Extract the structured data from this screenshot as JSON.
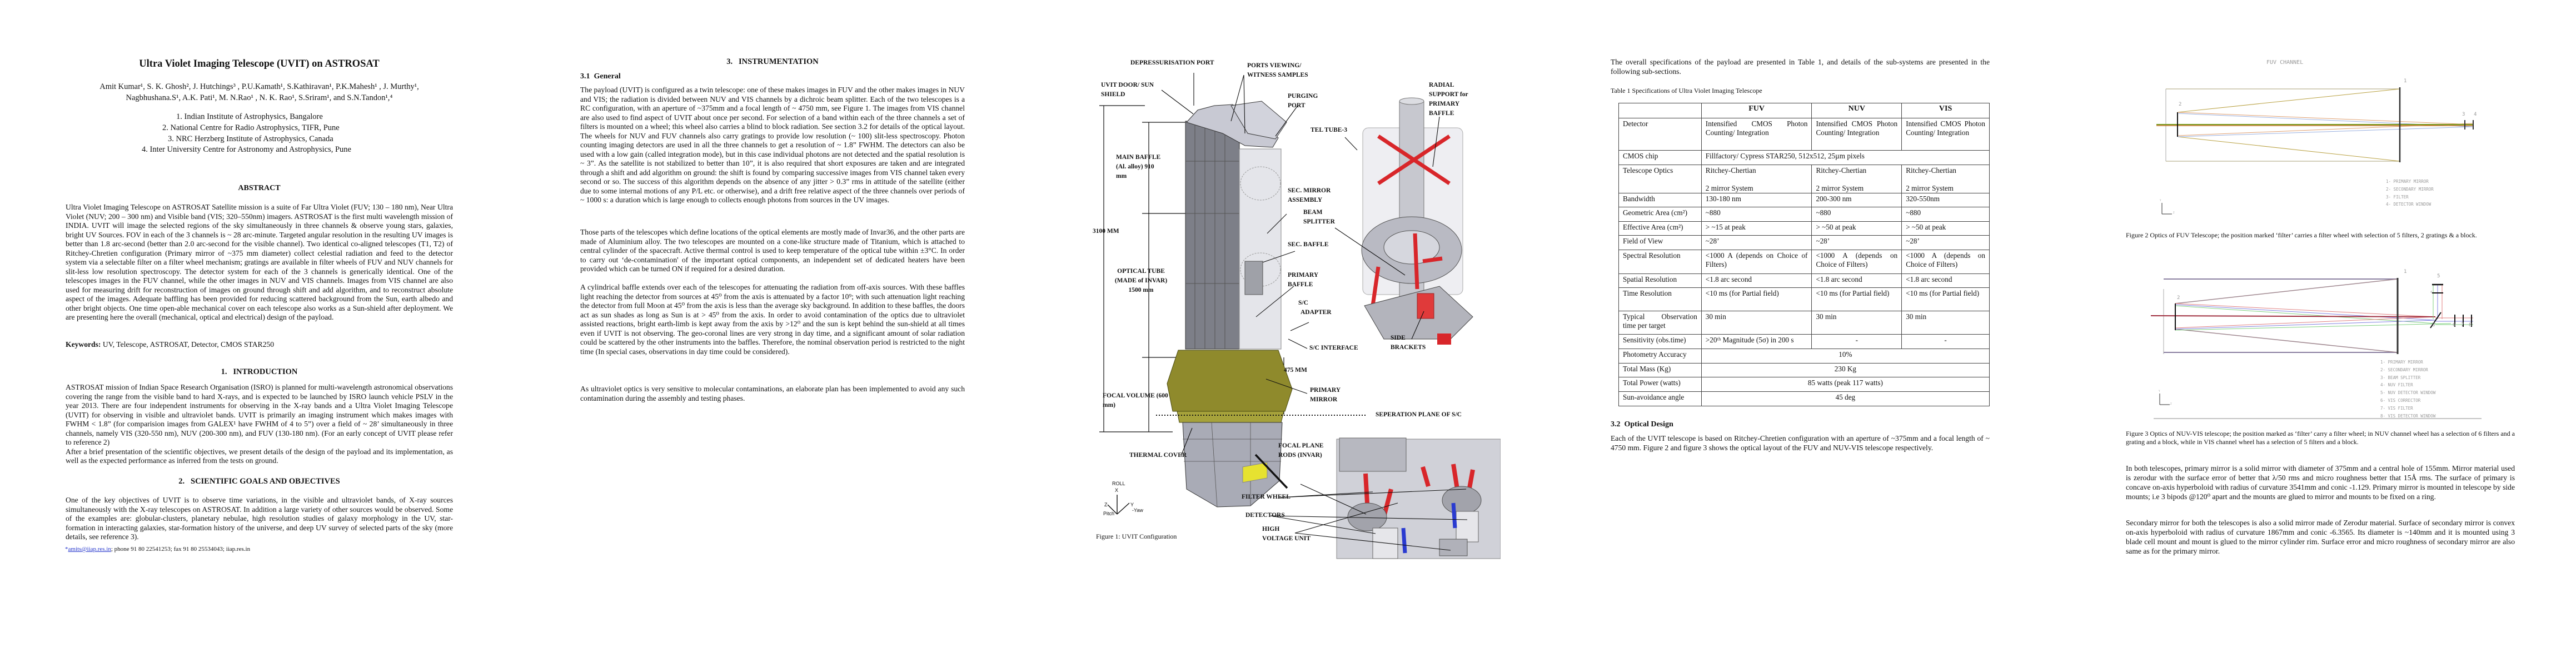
{
  "page1": {
    "title": "Ultra Violet Imaging Telescope (UVIT) on ASTROSAT",
    "authors_line1": "Amit Kumar¹, S. K. Ghosh², J. Hutchings³ , P.U.Kamath¹,  S.Kathiravan¹, P.K.Mahesh¹ , J. Murthy¹,",
    "authors_line2": "Nagbhushana.S¹,  A.K. Pati¹, M. N.Rao¹ , N. K. Rao¹, S.Sriram¹, and  S.N.Tandon¹,⁴",
    "affiliations": [
      "1.   Indian Institute of Astrophysics, Bangalore",
      "2.   National Centre for Radio Astrophysics, TIFR, Pune",
      "3.   NRC Herzberg Institute of Astrophysics, Canada",
      "4.   Inter University Centre for Astronomy and Astrophysics, Pune"
    ],
    "abstract_heading": "ABSTRACT",
    "abstract": "Ultra Violet Imaging Telescope on ASTROSAT Satellite mission is a suite of Far Ultra Violet (FUV; 130 – 180 nm), Near Ultra Violet (NUV; 200 – 300 nm) and Visible band (VIS; 320–550nm) imagers. ASTROSAT is the first multi wavelength mission of INDIA. UVIT will image the selected regions of the sky simultaneously in three channels & observe young stars, galaxies, bright UV Sources. FOV in each of the 3 channels is ~ 28 arc-minute. Targeted angular resolution in the resulting UV images is better than 1.8 arc-second (better than 2.0 arc-second for the visible channel). Two identical co-aligned telescopes (T1, T2) of Ritchey-Chretien configuration (Primary mirror of ~375 mm diameter) collect celestial radiation and feed to the detector system via a selectable filter on a filter wheel mechanism; gratings are available in filter wheels of FUV and NUV channels for slit-less low resolution spectroscopy. The detector system for each of the 3 channels is generically identical. One of the telescopes images in the FUV channel, while the other images in NUV and VIS channels. Images from VIS channel are also used for measuring drift for reconstruction of images on ground through shift and add algorithm, and to reconstruct absolute aspect of the images. Adequate baffling has been provided for reducing scattered background from the Sun, earth albedo and other bright objects. One time open-able mechanical cover on each telescope also works as a Sun-shield after deployment. We are presenting here the overall (mechanical, optical and electrical) design of the payload.",
    "keywords_label": "Keywords:",
    "keywords": " UV, Telescope, ASTROSAT, Detector, CMOS STAR250",
    "intro_heading": "1.   INTRODUCTION",
    "intro_p1": "ASTROSAT mission of Indian Space Research Organisation (ISRO) is planned for multi-wavelength astronomical observations covering the range from the visible band to hard X-rays, and is expected to be launched by ISRO launch vehicle PSLV in the year 2013. There are four independent instruments for observing in the X-ray bands and a Ultra Violet Imaging Telescope (UVIT) for observing in visible and ultraviolet bands. UVIT is primarily an imaging instrument which makes images with FWHM < 1.8” (for comparision images from GALEX¹ have FWHM of 4 to 5”) over a field of ~ 28’ simultaneously in three channels, namely VIS (320-550 nm), NUV (200-300 nm), and FUV (130-180 nm). (For an early concept of UVIT please refer to reference 2)",
    "intro_p2": "After a brief presentation of the scientific objectives, we present details of the design of the payload and its implementation, as well as the expected performance as inferred from the tests on ground.",
    "goals_heading": "2.   SCIENTIFIC GOALS AND OBJECTIVES",
    "goals_p1": "One of the key objectives of UVIT is to observe time variations, in the visible and ultraviolet bands, of X-ray sources simultaneously with the X-ray telescopes on ASTROSAT. In addition a large variety of other sources would be observed. Some of the examples are: globular-clusters, planetary nebulae, high resolution studies of galaxy morphology in the UV, star-formation in interacting galaxies, star-formation history of the universe, and deep UV survey of selected parts of the sky (more details, see reference 3).",
    "footnote_mark": "*",
    "footnote_email": "amits@iiap.res.in",
    "footnote_rest": "; phone 91 80 22541253; fax 91 80 25534043; iiap.res.in"
  },
  "page2": {
    "heading": "3.   INSTRUMENTATION",
    "subheading": "3.1  General",
    "p1": "The payload (UVIT) is configured as a twin telescope: one of these makes images in FUV and the other makes images in NUV and VIS; the radiation is divided between NUV and VIS channels by a dichroic beam splitter. Each of the two telescopes is a RC configuration, with an aperture of ~375mm and a focal length of ~ 4750 mm, see Figure 1. The images from VIS channel are also used to find aspect of UVIT about once per second.  For selection of a band within each of the three channels a set of filters is mounted on a wheel; this wheel also carries a blind to block radiation. See section 3.2 for details of the optical layout. The wheels for NUV and FUV channels also carry gratings to provide low resolution (~ 100) slit-less spectroscopy. Photon counting imaging detectors are used in all the three channels to get a resolution of ~ 1.8” FWHM. The detectors can also be used with a low gain (called integration mode), but in this case individual photons are not detected and the spatial resolution is ~ 3”. As the satellite is not stabilized to better than 10”, it is also required that short exposures are taken and are integrated through a shift and add algorithm on ground: the shift is found by comparing successive images from VIS channel taken every second or so. The success of this algorithm depends on the absence of any jitter > 0.3” rms in attitude of the satellite (either due to some internal motions of any P/L etc. or otherwise), and a drift free relative aspect of the three channels over periods of ~ 1000 s: a duration which is large enough to collects enough photons from sources in the UV images.",
    "p2": "Those parts of the telescopes which define locations of the optical elements are mostly made of Invar36, and the other parts are made of Aluminium alloy. The two telescopes are mounted on a cone-like structure made of Titanium, which is attached to central cylinder of the spacecraft. Active thermal control is used to keep temperature of the optical tube within ±3°C. In order to carry out ‘de-contamination' of the important optical components, an independent set of dedicated heaters have been provided which can be turned ON if required for a desired duration.",
    "p3": "A cylindrical baffle extends over each of the telescopes for attenuating the radiation from off-axis sources. With these baffles light reaching the detector from sources at 45⁰ from the axis is attenuated by a factor 10⁹; with such attenuation light reaching the detector from full Moon at 45⁰ from the axis is less than the average sky background. In addition to these baffles, the doors act as sun shades as long as Sun is at > 45⁰ from the axis. In order to avoid contamination of the optics due to ultraviolet assisted reactions, bright earth-limb is kept away from the axis by >12⁰ and the sun is kept behind the sun-shield at all times even if UVIT is not observing. The geo-coronal lines are very strong in day time, and a significant amount of solar radiation could be scattered by the other instruments into the baffles. Therefore, the nominal observation period is restricted to the night time (In special cases, observations in day time could be considered).",
    "p4": "As ultraviolet optics is very sensitive to molecular contaminations, an elaborate plan has been implemented to avoid any such contamination during the assembly and testing phases."
  },
  "figure1": {
    "labels": {
      "depressurisation_port": "DEPRESSURISATION PORT",
      "ports_viewing": "PORTS VIEWING/",
      "witness_samples": "WITNESS SAMPLES",
      "uvit_door": "UVIT DOOR/ SUN",
      "sun_shield": "SHIELD",
      "purging": "PURGING",
      "port": "PORT",
      "radial_support": "RADIAL",
      "radial_support2": "SUPPORT for",
      "radial_support3": "PRIMARY",
      "radial_support4": "BAFFLE",
      "tel_tube": "TEL TUBE-3",
      "main_baffle": "MAIN BAFFLE",
      "main_baffle2": "(Al. alloy) 910",
      "main_baffle3": "mm",
      "sec_mirror": "SEC. MIRROR",
      "sec_mirror2": "ASSEMBLY",
      "beam_splitter": "BEAM",
      "beam_splitter2": "SPLITTER",
      "length_3100": "3100 MM",
      "sec_baffle": "SEC. BAFFLE",
      "optical_tube": "OPTICAL TUBE",
      "optical_tube2": "(MADE of INVAR)",
      "optical_tube3": "1500 mm",
      "primary_baffle": "PRIMARY",
      "primary_baffle2": "BAFFLE",
      "sc_adapter": "S/C",
      "sc_adapter2": "ADAPTER",
      "sc_interface": "S/C INTERFACE",
      "side_brackets": "SIDE",
      "side_brackets2": "BRACKETS",
      "length_475": "475 MM",
      "primary_mirror": "PRIMARY",
      "primary_mirror2": "MIRROR",
      "focal_volume": "FOCAL VOLUME (600",
      "focal_volume2": "mm)",
      "separation_plane": "SEPERATION PLANE OF S/C",
      "thermal_cover": "THERMAL COVER",
      "focal_plane_rods": "FOCAL PLANE",
      "focal_plane_rods2": "RODS (INVAR)",
      "filter_wheel": "FILTER WHEEL",
      "detectors": "DETECTORS",
      "high_voltage": "HIGH",
      "high_voltage2": "VOLTAGE UNIT",
      "axis_roll": "ROLL",
      "axis_x": "X",
      "axis_y": "Y",
      "axis_yaw": "-Yaw",
      "axis_z": "Z",
      "axis_pitch": "Pitch"
    },
    "caption": "Figure 1: UVIT Configuration"
  },
  "page3": {
    "intro": "The overall specifications of the payload are presented in Table 1, and details of the sub-systems are presented in the following sub-sections.",
    "table_caption": "Table 1 Specifications of Ultra Violet Imaging Telescope",
    "table": {
      "header": [
        "",
        "FUV",
        "NUV",
        "VIS"
      ],
      "rows": [
        {
          "label": "Detector",
          "cells": [
            "Intensified CMOS Photon Counting/ Integration",
            "Intensified CMOS Photon Counting/ Integration",
            "Intensified CMOS Photon Counting/ Integration"
          ]
        },
        {
          "label": "CMOS chip",
          "span": "Fillfactory/ Cypress STAR250, 512x512, 25µm pixels",
          "align": "left"
        },
        {
          "label": "Telescope Optics",
          "cells": [
            "Ritchey-Chertian\n\n2 mirror System",
            "Ritchey-Chertian\n\n2 mirror System",
            "Ritchey-Chertian\n\n2 mirror System"
          ]
        },
        {
          "label": "Bandwidth",
          "cells": [
            "130-180 nm",
            "200-300 nm",
            "320-550nm"
          ]
        },
        {
          "label": "Geometric Area (cm²)",
          "cells": [
            "~880",
            "~880",
            "~880"
          ]
        },
        {
          "label": "Effective Area (cm²)",
          "cells": [
            "> ~15 at peak",
            "> ~50 at peak",
            "> ~50 at peak"
          ]
        },
        {
          "label": "Field of View",
          "cells": [
            "~28’",
            "~28’",
            "~28’"
          ]
        },
        {
          "label": "Spectral Resolution",
          "cells": [
            "<1000 A (depends on Choice of Filters)",
            "<1000 A (depends on Choice of Filters)",
            "<1000 A (depends on Choice of Filters)"
          ]
        },
        {
          "label": "Spatial Resolution",
          "cells": [
            "<1.8 arc second",
            "<1.8 arc second",
            "<1.8 arc second"
          ]
        },
        {
          "label": "Time Resolution",
          "cells": [
            "<10 ms (for Partial field)",
            "<10 ms (for Partial field)",
            "<10 ms (for Partial field)"
          ]
        },
        {
          "label": "Typical Observation time per target",
          "cells": [
            "30 min",
            "30 min",
            "30 min"
          ]
        },
        {
          "label": "Sensitivity (obs.time)",
          "cells": [
            ">20ᵗʰ Magnitude (5σ) in 200 s",
            "-",
            "-"
          ]
        },
        {
          "label": "Photometry Accuracy",
          "span": "10%",
          "align": "center"
        },
        {
          "label": "Total Mass (Kg)",
          "span": "230 Kg",
          "align": "center"
        },
        {
          "label": "Total Power (watts)",
          "span": "85 watts (peak 117 watts)",
          "align": "center"
        },
        {
          "label": "Sun-avoidance angle",
          "span": "45 deg",
          "align": "center"
        }
      ]
    },
    "subheading": "3.2  Optical Design",
    "p1": "Each of the UVIT telescope is based on Ritchey-Chretien configuration with an aperture of ~375mm and a focal length of ~ 4750 mm. Figure 2 and figure 3 shows the optical layout of the FUV and NUV-VIS telescope respectively."
  },
  "figure2": {
    "channel_title": "FUV CHANNEL",
    "marks": [
      "1",
      "2",
      "3",
      "4"
    ],
    "legend": [
      "1- PRIMARY MIRROR",
      "2- SECONDARY MIRROR",
      "3- FILTER",
      "4- DETECTOR WINDOW"
    ],
    "axis_y": "Y",
    "axis_z": "Z",
    "caption": "Figure 2 Optics of FUV Telescope; the position marked ‘filter’ carries a filter wheel with selection of 5 filters, 2 gratings & a block."
  },
  "figure3": {
    "marks": [
      "1",
      "2",
      "3",
      "4",
      "5",
      "6",
      "7",
      "8"
    ],
    "legend": [
      "1- PRIMARY MIRROR",
      "2- SECONDARY MIRROR",
      "3- BEAM SPLITTER",
      "4- NUV FILTER",
      "5- NUV DETECTOR WINDOW",
      "6- VIS CORRECTOR",
      "7- VIS FILTER",
      "8- VIS DETECTOR WINDOW"
    ],
    "axis_y": "Y",
    "axis_z": "Z",
    "caption": "Figure 3 Optics of NUV-VIS telescope; the position marked as ‘filter’ carry a filter wheel; in NUV channel wheel has a selection of 6 filters and a grating and a block, while in VIS channel wheel has a selection of 5 filters and a block."
  },
  "page4": {
    "p1": "In both telescopes, primary mirror is a solid mirror with diameter of 375mm and a central hole of 155mm. Mirror material used is zerodur with the surface error of better that λ/50 rms and micro roughness better that 15Å rms. The surface of primary is concave on-axis hyperboloid with radius of curvature 3541mm and conic -1.129. Primary mirror is mounted in telescope by side mounts; i.e 3 bipods @120⁰ apart and the mounts are glued to mirror and mounts to be fixed on a ring.",
    "p2": "Secondary mirror for both the telescopes is also a solid mirror made of Zerodur material. Surface of secondary mirror is convex on-axis hyperboloid with radius of curvature 1867mm and conic -6.3565. Its diameter is ~140mm and it is mounted using 3 blade cell mount and mount is glued to the mirror cylinder rim. Surface error and micro roughness of secondary mirror are also same as for the primary mirror."
  },
  "colors": {
    "strut_red": "#d8262a",
    "hv_blue": "#2a3bd0",
    "adapter_olive": "#8f8a2c",
    "tube_gray": "#7d7f88",
    "link_blue": "#2233cc"
  }
}
